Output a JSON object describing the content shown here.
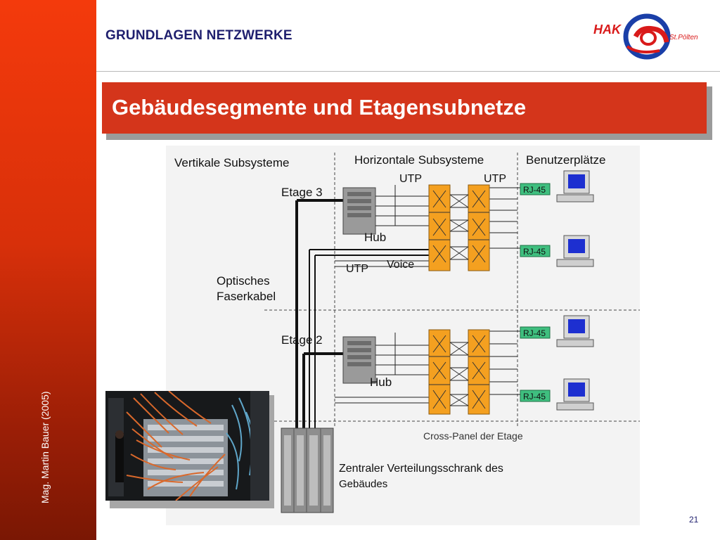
{
  "header": {
    "title": "GRUNDLAGEN NETZWERKE"
  },
  "logo": {
    "text": "HAK",
    "subtext": "St.Pölten"
  },
  "banner": {
    "title": "Gebäudesegmente und Etagensubnetze"
  },
  "sidebar": {
    "credit": "Mag. Martin Bauer (2005)"
  },
  "diagram": {
    "headers": {
      "vertical": "Vertikale Subsysteme",
      "horizontal": "Horizontale Subsysteme",
      "workstations": "Benutzerplätze"
    },
    "floor3": {
      "label": "Etage 3",
      "hub": "Hub",
      "utp_left": "UTP",
      "utp_right": "UTP",
      "utp_bottom": "UTP",
      "voice": "Voice"
    },
    "floor2": {
      "label": "Etage 2",
      "hub": "Hub"
    },
    "fiber_label_1": "Optisches",
    "fiber_label_2": "Faserkabel",
    "rj45": [
      "RJ-45",
      "RJ-45",
      "RJ-45",
      "RJ-45"
    ],
    "cross_panel": "Cross-Panel der Etage",
    "cabinet_line1": "Zentraler Verteilungsschrank des",
    "cabinet_line2": "Gebäudes"
  },
  "colors": {
    "accent_red": "#d4351b",
    "panel_orange": "#f4a020",
    "rj45_green": "#3fbf7f",
    "title_navy": "#1f1f6e"
  },
  "footer": {
    "page_number": "21"
  }
}
